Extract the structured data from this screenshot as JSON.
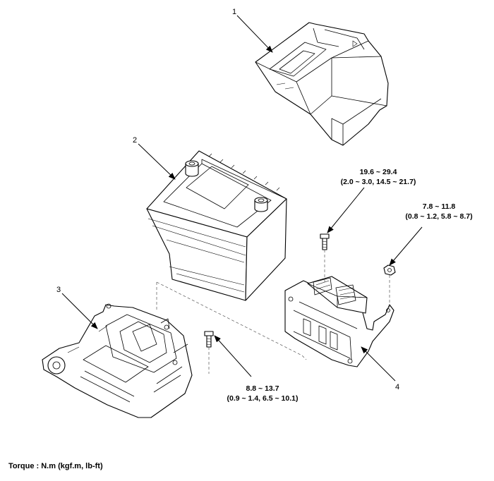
{
  "diagram": {
    "callouts": [
      "1",
      "2",
      "3",
      "4"
    ],
    "torque_specs": [
      {
        "nominal": "19.6 ~ 29.4",
        "alternate": "(2.0 ~ 3.0, 14.5 ~ 21.7)"
      },
      {
        "nominal": "7.8 ~ 11.8",
        "alternate": "(0.8 ~ 1.2, 5.8 ~ 8.7)"
      },
      {
        "nominal": "8.8 ~ 13.7",
        "alternate": "(0.9 ~ 1.4, 6.5 ~ 10.1)"
      }
    ],
    "legend": "Torque : N.m (kgf.m, lb-ft)"
  }
}
